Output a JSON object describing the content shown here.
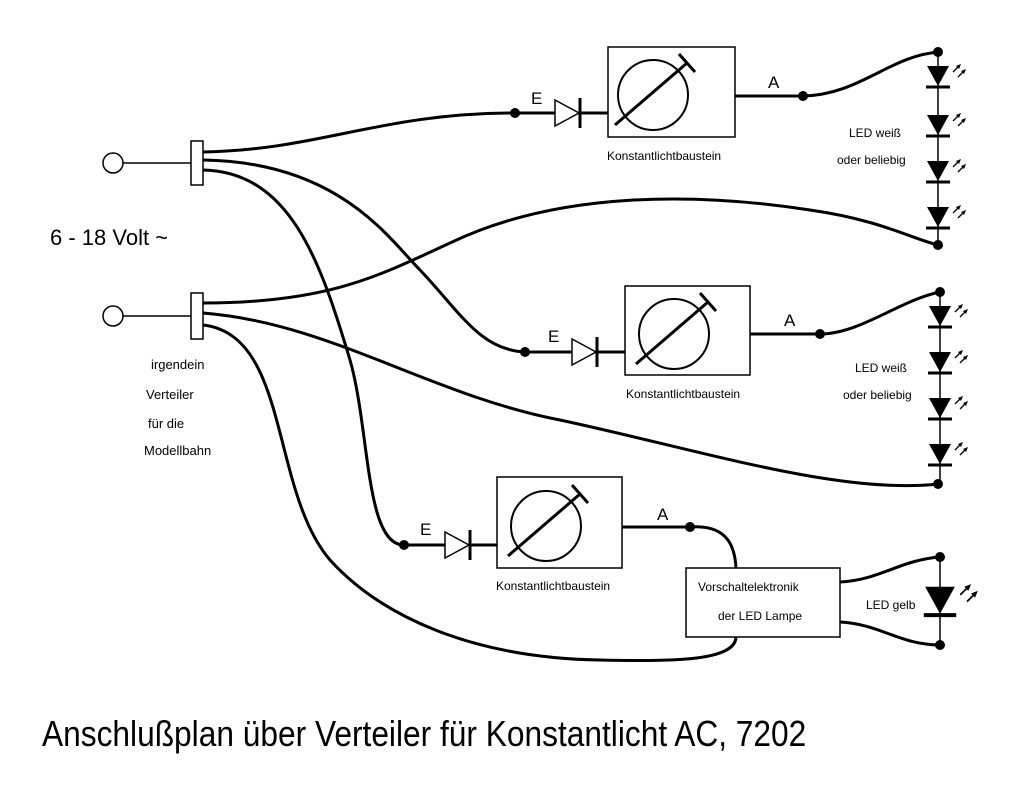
{
  "supply_label": "6 - 18 Volt ~",
  "distributor_lines": [
    "irgendein",
    "Verteiler",
    "für die",
    "Modellbahn"
  ],
  "modules": [
    {
      "input_label": "E",
      "output_label": "A",
      "name": "Konstantlichtbaustein"
    },
    {
      "input_label": "E",
      "output_label": "A",
      "name": "Konstantlichtbaustein"
    },
    {
      "input_label": "E",
      "output_label": "A",
      "name": "Konstantlichtbaustein"
    }
  ],
  "led_groups": [
    {
      "lines": [
        "LED weiß",
        "oder beliebig"
      ]
    },
    {
      "lines": [
        "LED weiß",
        "oder beliebig"
      ]
    }
  ],
  "ballast_lines": [
    "Vorschaltelektronik",
    "der LED Lampe"
  ],
  "yellow_led_label": "LED gelb",
  "title": "Anschlußplan über Verteiler für Konstantlicht AC, 7202"
}
